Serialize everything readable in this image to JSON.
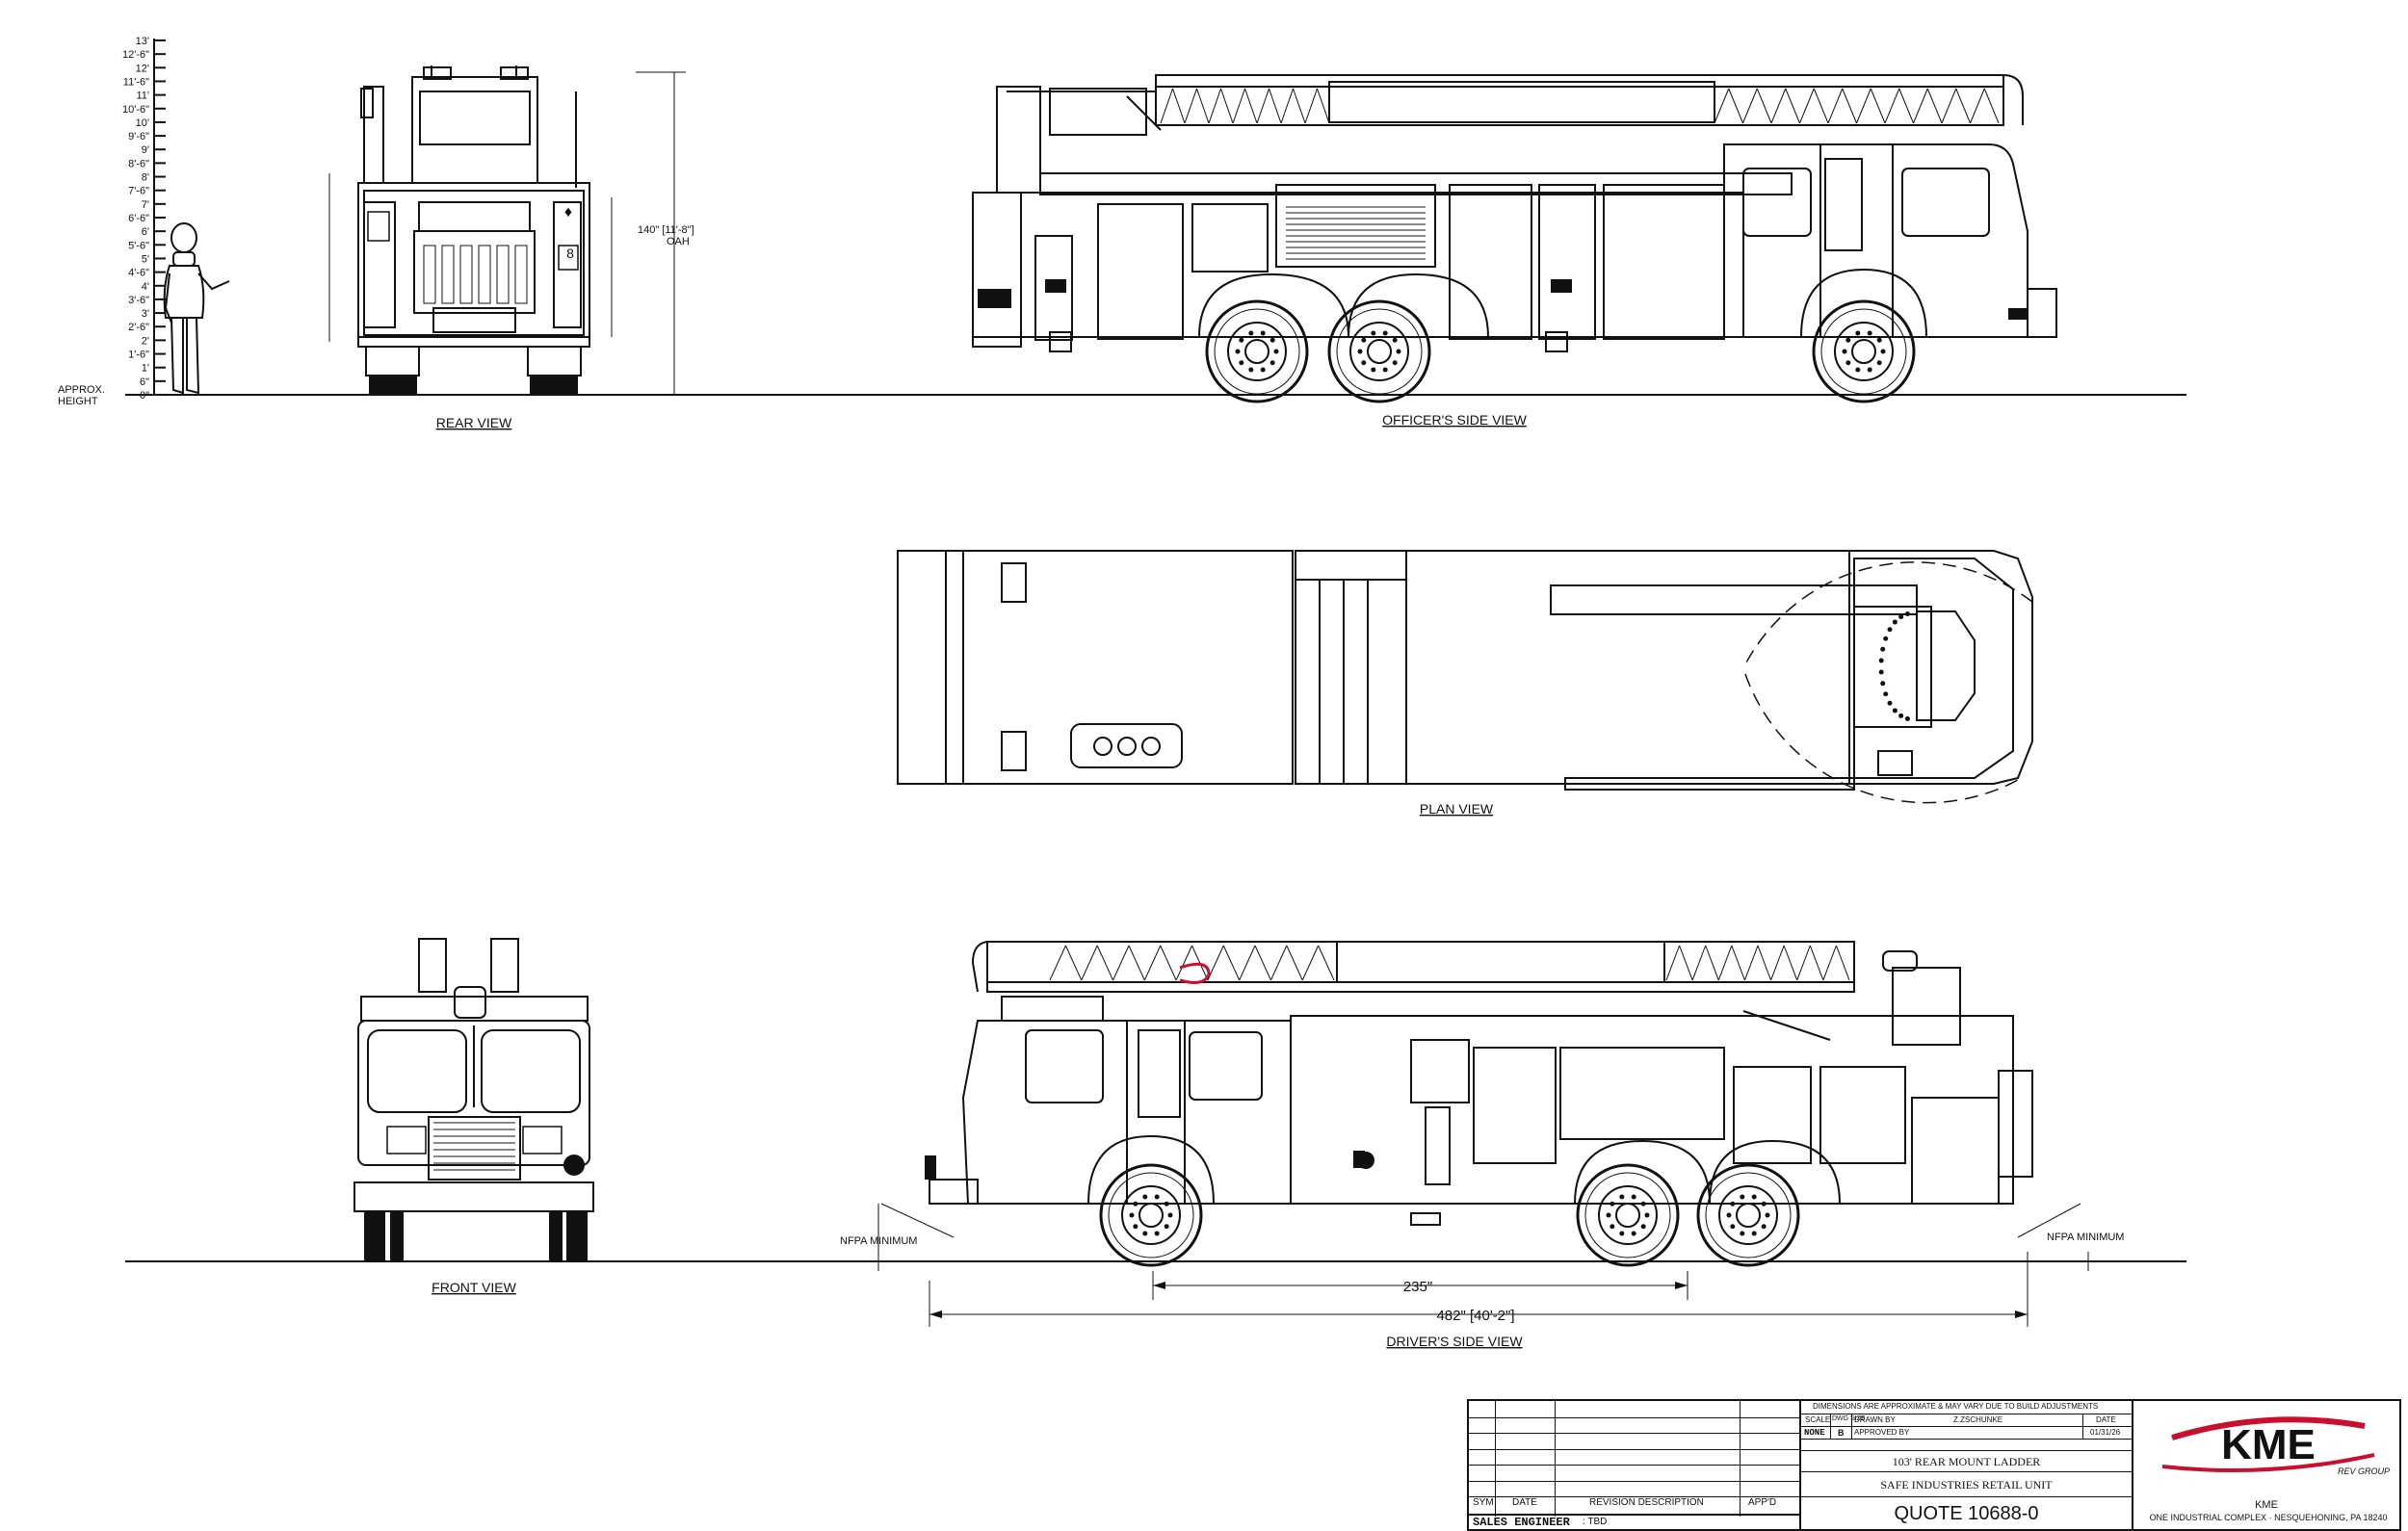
{
  "height_scale": {
    "labels": [
      "13'",
      "12'-6\"",
      "12'",
      "11'-6\"",
      "11'",
      "10'-6\"",
      "10'",
      "9'-6\"",
      "9'",
      "8'-6\"",
      "8'",
      "7'-6\"",
      "7'",
      "6'-6\"",
      "6'",
      "5'-6\"",
      "5'",
      "4'-6\"",
      "4'",
      "3'-6\"",
      "3'",
      "2'-6\"",
      "2'",
      "1'-6\"",
      "1'",
      "6\"",
      "0\""
    ],
    "approx_label": "APPROX.",
    "height_label": "HEIGHT"
  },
  "overall_height": {
    "value": "140\" [11'-8\"]",
    "label": "OAH"
  },
  "views": {
    "rear": "REAR VIEW",
    "officer": "OFFICER'S SIDE VIEW",
    "plan": "PLAN VIEW",
    "front": "FRONT VIEW",
    "driver": "DRIVER'S SIDE VIEW"
  },
  "dimensions": {
    "wheelbase": "235\"",
    "overall_length": "482\" [40'-2\"]",
    "nfpa_left": "NFPA MINIMUM",
    "nfpa_right": "NFPA MINIMUM"
  },
  "title_block": {
    "revision_headers": {
      "sym": "SYM",
      "date": "DATE",
      "description": "REVISION DESCRIPTION",
      "appd": "APP'D"
    },
    "sales_engineer_label": "SALES ENGINEER",
    "sales_engineer_value": ": TBD",
    "disclaimer": "DIMENSIONS ARE APPROXIMATE & MAY VARY DUE TO BUILD ADJUSTMENTS",
    "scale_label": "SCALE",
    "scale_value": "NONE",
    "dwg_size_label": "DWG SIZE",
    "dwg_size_value": "B",
    "drawn_by_label": "DRAWN BY",
    "drawn_by_value": "Z.ZSCHUNKE",
    "approved_by_label": "APPROVED BY",
    "date_label": "DATE",
    "date_value": "01/31/26",
    "product": "103' REAR MOUNT LADDER",
    "customer": "SAFE INDUSTRIES RETAIL UNIT",
    "quote": "QUOTE 10688-0",
    "company_logo": "KME",
    "company_logo_sub": "REV GROUP",
    "company_name": "KME",
    "company_address": "ONE INDUSTRIAL COMPLEX · NESQUEHONING, PA 18240"
  },
  "colors": {
    "line": "#111111",
    "logo_red": "#c8102e",
    "background": "#ffffff"
  }
}
